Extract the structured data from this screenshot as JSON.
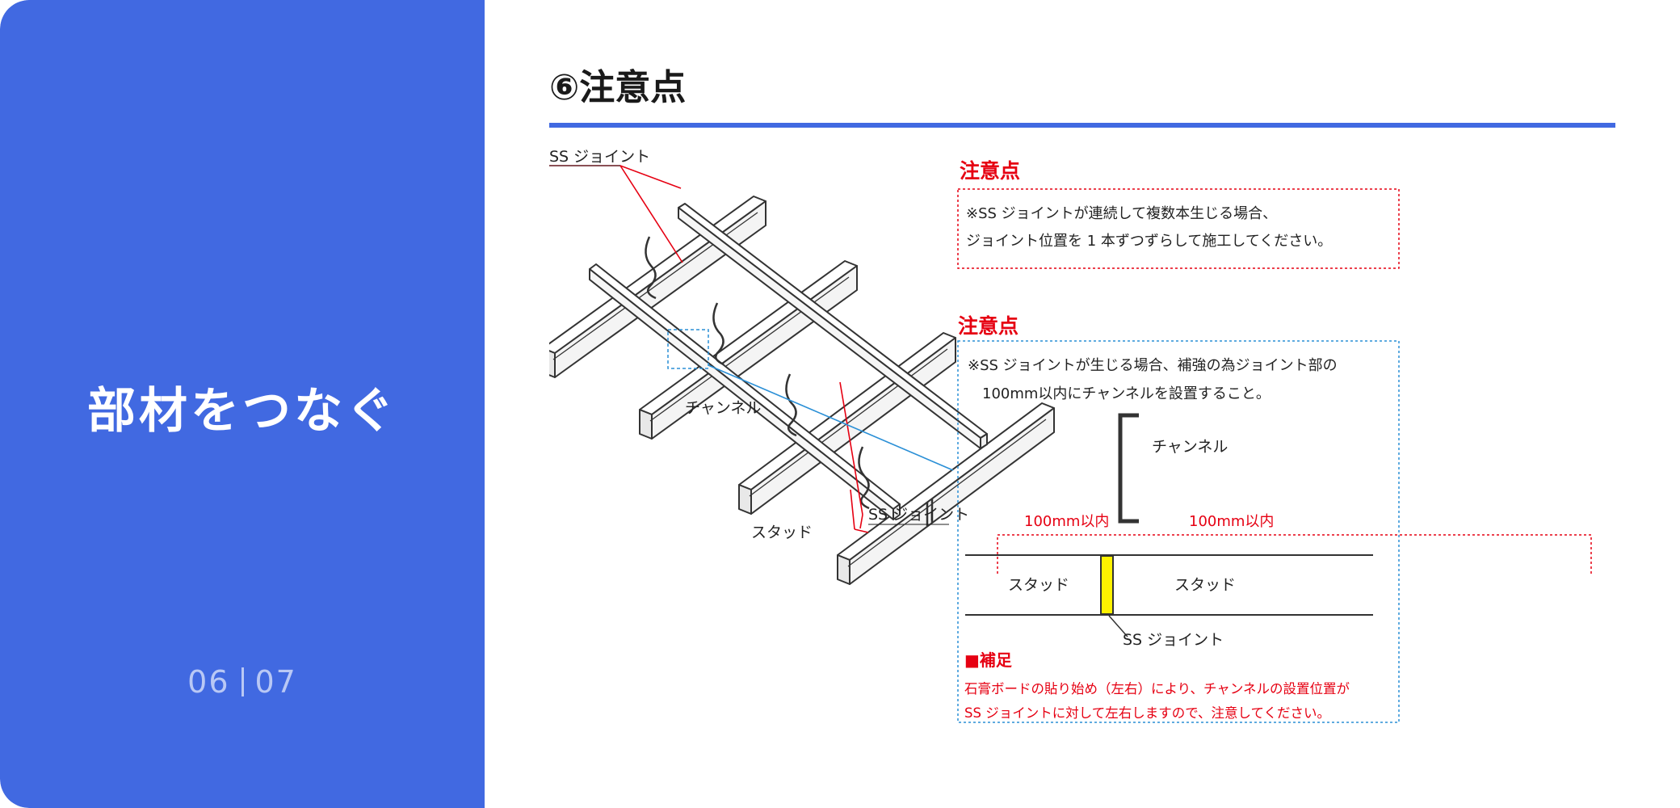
{
  "sidebar": {
    "title": "部材をつなぐ",
    "page_current": "06",
    "page_total": "07"
  },
  "main": {
    "heading": "⑥注意点"
  },
  "diagram": {
    "labels": {
      "ss_joint_top": "SS ジョイント",
      "channel": "チャンネル",
      "stud": "スタッド",
      "ss_joint_bottom": "SS ジョイント"
    },
    "note1": {
      "title": "注意点",
      "line1": "※SS ジョイントが連続して複数本生じる場合、",
      "line2": "ジョイント位置を 1 本ずつずらして施工してください。"
    },
    "note2": {
      "title": "注意点",
      "line1": "※SS ジョイントが生じる場合、補強の為ジョイント部の",
      "line2": "100mm以内にチャンネルを設置すること。",
      "channel_label": "チャンネル",
      "left_range": "100mm以内",
      "right_range": "100mm以内",
      "stud_left": "スタッド",
      "stud_right": "スタッド",
      "ss_joint": "SS ジョイント",
      "supplement_title": "■補足",
      "supplement_line1": "石膏ボードの貼り始め（左右）により、チャンネルの設置位置が",
      "supplement_line2": "SS ジョイントに対して左右しますので、注意してください。"
    },
    "colors": {
      "accent_blue": "#4169e1",
      "warning_red": "#e60012",
      "joint_yellow": "#fff200",
      "leader_blue": "#2a8fd6"
    }
  }
}
